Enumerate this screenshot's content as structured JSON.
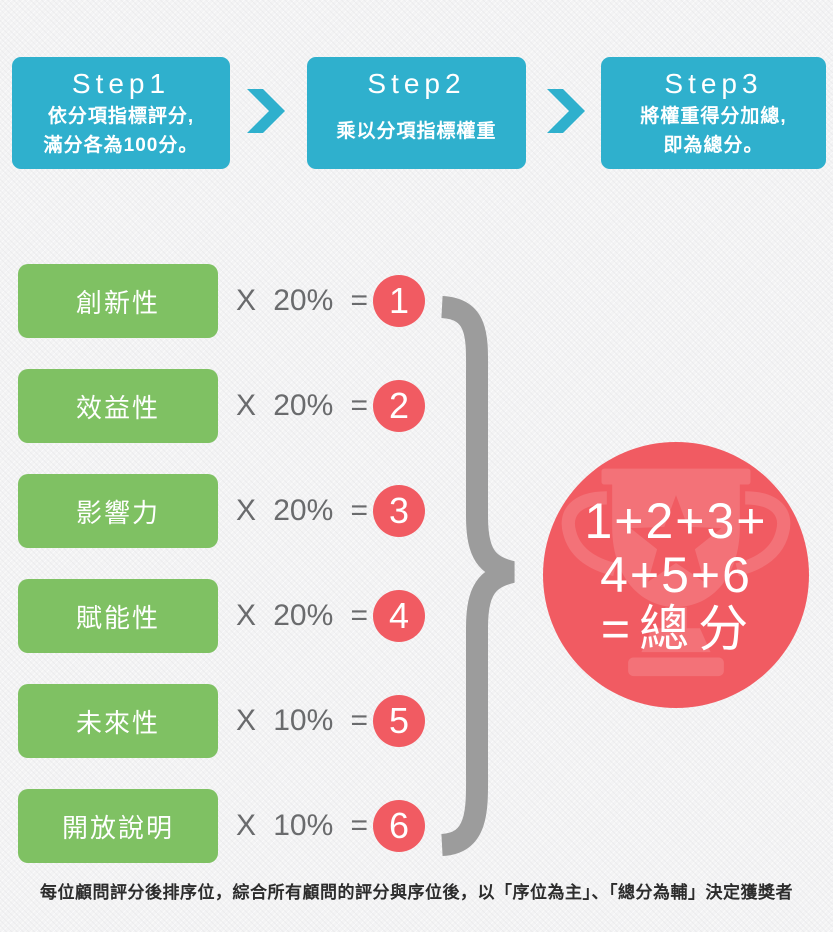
{
  "steps": [
    {
      "title": "Step1",
      "lines": [
        "依分項指標評分,",
        "滿分各為100分。"
      ]
    },
    {
      "title": "Step2",
      "lines": [
        "乘以分項指標權重"
      ]
    },
    {
      "title": "Step3",
      "lines": [
        "將權重得分加總,",
        "即為總分。"
      ]
    }
  ],
  "criteria": [
    {
      "label": "創新性",
      "operator": "X",
      "weight": "20%",
      "equals": "=",
      "number": "1"
    },
    {
      "label": "效益性",
      "operator": "X",
      "weight": "20%",
      "equals": "=",
      "number": "2"
    },
    {
      "label": "影響力",
      "operator": "X",
      "weight": "20%",
      "equals": "=",
      "number": "3"
    },
    {
      "label": "賦能性",
      "operator": "X",
      "weight": "20%",
      "equals": "=",
      "number": "4"
    },
    {
      "label": "未來性",
      "operator": "X",
      "weight": "10%",
      "equals": "=",
      "number": "5"
    },
    {
      "label": "開放說明",
      "operator": "X",
      "weight": "10%",
      "equals": "=",
      "number": "6"
    }
  ],
  "total": {
    "line1": "1+2+3+",
    "line2": "4+5+6",
    "line3": "=總分"
  },
  "caption": "每位顧問評分後排序位，綜合所有顧問的評分與序位後，以「序位為主」、「總分為輔」決定獲獎者",
  "colors": {
    "teal": "#2fb0cd",
    "green": "#7fc163",
    "red": "#f15b62",
    "brace_gray": "#9c9c9c"
  }
}
